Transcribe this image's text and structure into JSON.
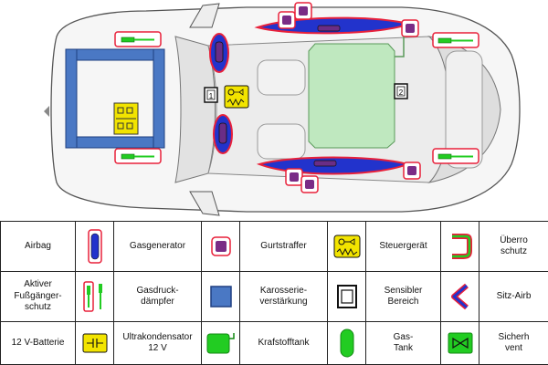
{
  "markers": {
    "area_1": "1",
    "area_2": "2"
  },
  "legend": {
    "rows": [
      [
        {
          "label": "Airbag",
          "icon": "airbag-symbol"
        },
        {
          "label": "Gasgenerator",
          "icon": "gas-generator-symbol"
        },
        {
          "label": "Gurtstraffer",
          "icon": "belt-tensioner-symbol"
        },
        {
          "label": "Steuergerät",
          "icon": "control-unit-symbol"
        },
        {
          "label": "Überro\nschutz",
          "icon": "rollover-protection-symbol"
        }
      ],
      [
        {
          "label": "Aktiver\nFußgänger-\nschutz",
          "icon": "active-pedestrian-protection-symbol"
        },
        {
          "label": "Gasdruck-\ndämpfer",
          "icon": "gas-pressure-damper-symbol"
        },
        {
          "label": "Karosserie-\nverstärkung",
          "icon": "body-reinforcement-symbol"
        },
        {
          "label": "Sensibler\nBereich",
          "icon": "sensitive-area-symbol"
        },
        {
          "label": "Sitz-Airb",
          "icon": "seat-airbag-symbol"
        }
      ],
      [
        {
          "label": "12 V-Batterie",
          "icon": "battery-symbol"
        },
        {
          "label": "Ultrakondensator\n12 V",
          "icon": "ultracapacitor-symbol"
        },
        {
          "label": "Krafstofftank",
          "icon": "fuel-tank-symbol"
        },
        {
          "label": "Gas-\nTank",
          "icon": "gas-tank-symbol"
        },
        {
          "label": "Sicherh\nvent",
          "icon": "safety-valve-symbol"
        }
      ]
    ]
  },
  "colors": {
    "airbag_blue": "#2233cc",
    "outline_red": "#e8203a",
    "purple": "#7a2c86",
    "green": "#22cc22",
    "reinforcement_blue": "#4a78c4",
    "control_yellow": "#f2e400",
    "tank_green": "#bfe8bf"
  }
}
